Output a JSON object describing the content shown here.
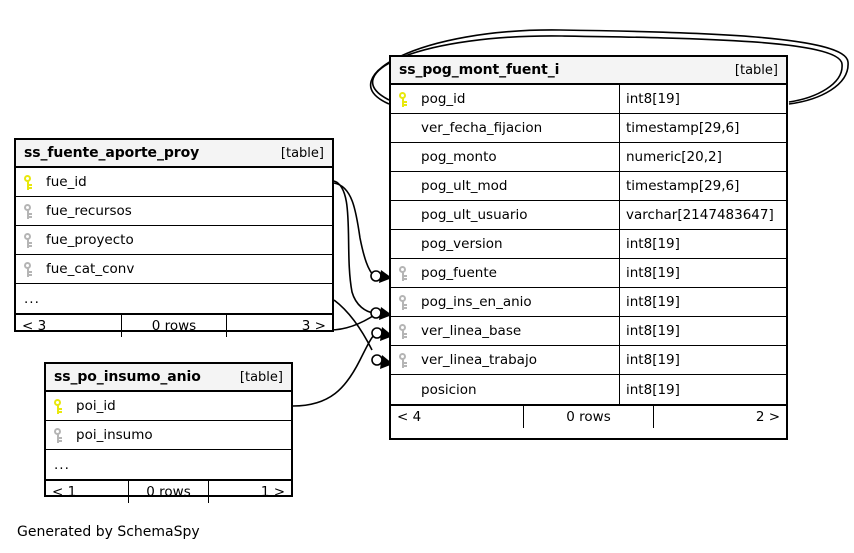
{
  "diagram": {
    "title": "SchemaSpy entity relationship diagram",
    "footer_caption": "Generated by SchemaSpy",
    "table_tag": "[table]",
    "ellipsis": "...",
    "rows_label": "0 rows",
    "colors": {
      "primary_key": "#e8e80d",
      "foreign_key": "#b5b5b5",
      "header_background": "#f4f4f4",
      "border": "#000000",
      "background": "#ffffff"
    }
  },
  "entities": {
    "ss_pog_mont_fuent_i": {
      "name": "ss_pog_mont_fuent_i",
      "tag": "[table]",
      "columns": [
        {
          "key": "primary",
          "name": "pog_id",
          "type": "int8[19]"
        },
        {
          "key": "none",
          "name": "ver_fecha_fijacion",
          "type": "timestamp[29,6]"
        },
        {
          "key": "none",
          "name": "pog_monto",
          "type": "numeric[20,2]"
        },
        {
          "key": "none",
          "name": "pog_ult_mod",
          "type": "timestamp[29,6]"
        },
        {
          "key": "none",
          "name": "pog_ult_usuario",
          "type": "varchar[2147483647]"
        },
        {
          "key": "none",
          "name": "pog_version",
          "type": "int8[19]"
        },
        {
          "key": "foreign",
          "name": "pog_fuente",
          "type": "int8[19]"
        },
        {
          "key": "foreign",
          "name": "pog_ins_en_anio",
          "type": "int8[19]"
        },
        {
          "key": "foreign",
          "name": "ver_linea_base",
          "type": "int8[19]"
        },
        {
          "key": "foreign",
          "name": "ver_linea_trabajo",
          "type": "int8[19]"
        },
        {
          "key": "none",
          "name": "posicion",
          "type": "int8[19]"
        }
      ],
      "footer": {
        "left": "< 4",
        "middle": "0 rows",
        "right": "2 >"
      }
    },
    "ss_fuente_aporte_proy": {
      "name": "ss_fuente_aporte_proy",
      "tag": "[table]",
      "columns": [
        {
          "key": "primary",
          "name": "fue_id",
          "type": ""
        },
        {
          "key": "foreign",
          "name": "fue_recursos",
          "type": ""
        },
        {
          "key": "foreign",
          "name": "fue_proyecto",
          "type": ""
        },
        {
          "key": "foreign",
          "name": "fue_cat_conv",
          "type": ""
        }
      ],
      "truncated": "...",
      "footer": {
        "left": "< 3",
        "middle": "0 rows",
        "right": "3 >"
      }
    },
    "ss_po_insumo_anio": {
      "name": "ss_po_insumo_anio",
      "tag": "[table]",
      "columns": [
        {
          "key": "primary",
          "name": "poi_id",
          "type": ""
        },
        {
          "key": "foreign",
          "name": "poi_insumo",
          "type": ""
        }
      ],
      "truncated": "...",
      "footer": {
        "left": "< 1",
        "middle": "0 rows",
        "right": "1 >"
      }
    }
  },
  "relationships": [
    {
      "from": "ss_fuente_aporte_proy.fue_id",
      "to": "ss_pog_mont_fuent_i.pog_fuente"
    },
    {
      "from": "ss_fuente_aporte_proy.fue_id",
      "to": "ss_pog_mont_fuent_i.pog_ins_en_anio"
    },
    {
      "from": "ss_po_insumo_anio.poi_id",
      "to": "ss_pog_mont_fuent_i.ver_linea_base"
    },
    {
      "from": "ss_pog_mont_fuent_i.pog_id",
      "to": "ss_pog_mont_fuent_i.ver_linea_base"
    },
    {
      "from": "ss_pog_mont_fuent_i.pog_id",
      "to": "ss_pog_mont_fuent_i.ver_linea_trabajo"
    }
  ]
}
